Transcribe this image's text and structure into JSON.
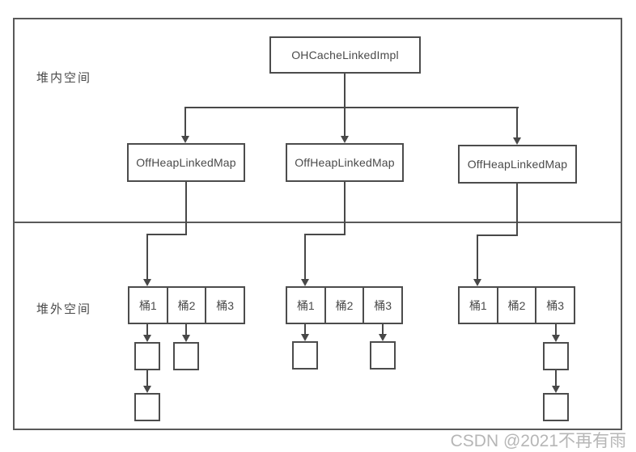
{
  "diagram": {
    "heap_space_label": "堆内空间",
    "offheap_space_label": "堆外空间",
    "root_node": "OHCacheLinkedImpl",
    "map_nodes": [
      "OffHeapLinkedMap",
      "OffHeapLinkedMap",
      "OffHeapLinkedMap"
    ],
    "bucket_groups": [
      {
        "buckets": [
          "桶1",
          "桶2",
          "桶3"
        ]
      },
      {
        "buckets": [
          "桶1",
          "桶2",
          "桶3"
        ]
      },
      {
        "buckets": [
          "桶1",
          "桶2",
          "桶3"
        ]
      }
    ],
    "colors": {
      "line": "#484848",
      "box_border": "#4c4c4c",
      "frame_border": "#595959",
      "text": "#4a4a4a",
      "watermark": "#b6b6b6",
      "background": "#ffffff"
    }
  },
  "watermark": {
    "text": "CSDN @2021不再有雨"
  }
}
